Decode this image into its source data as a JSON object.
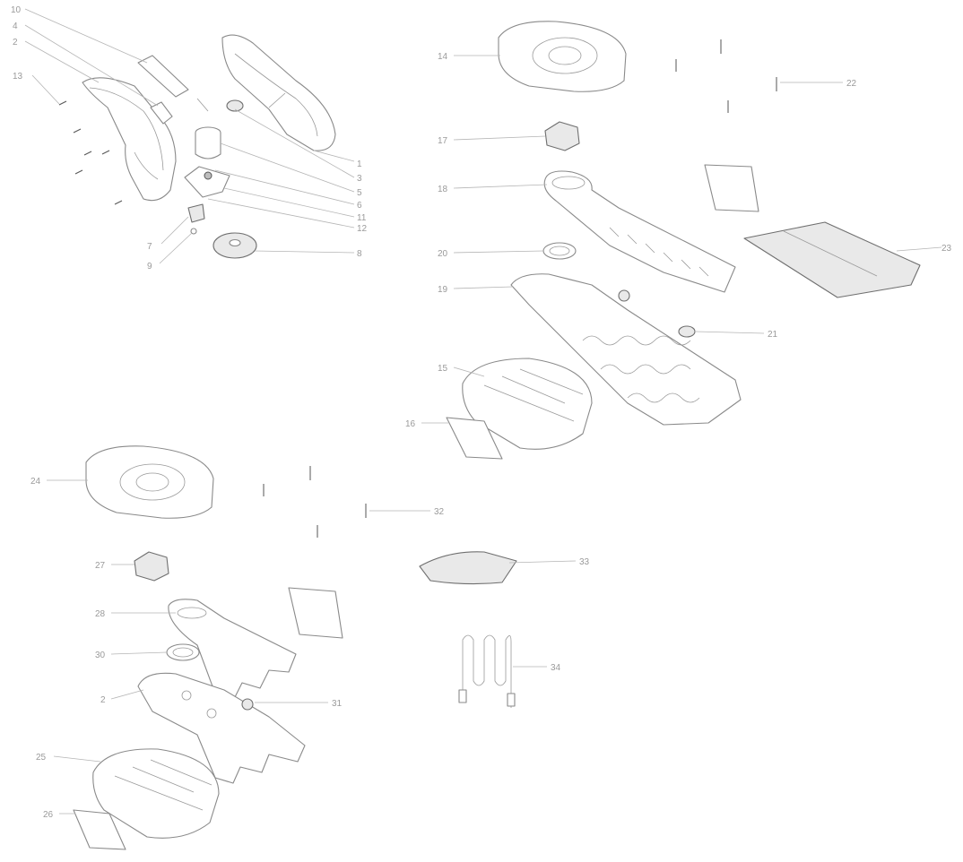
{
  "diagram": {
    "labels": [
      "10",
      "4",
      "2",
      "13",
      "1",
      "3",
      "5",
      "6",
      "11",
      "12",
      "7",
      "8",
      "9",
      "14",
      "22",
      "17",
      "18",
      "20",
      "19",
      "21",
      "15",
      "16",
      "23",
      "24",
      "32",
      "27",
      "33",
      "28",
      "30",
      "2",
      "31",
      "25",
      "26",
      "34"
    ],
    "line_color": "#b5b5b5",
    "label_color": "#9a9a9a",
    "part_stroke": "#8a8a8a"
  }
}
